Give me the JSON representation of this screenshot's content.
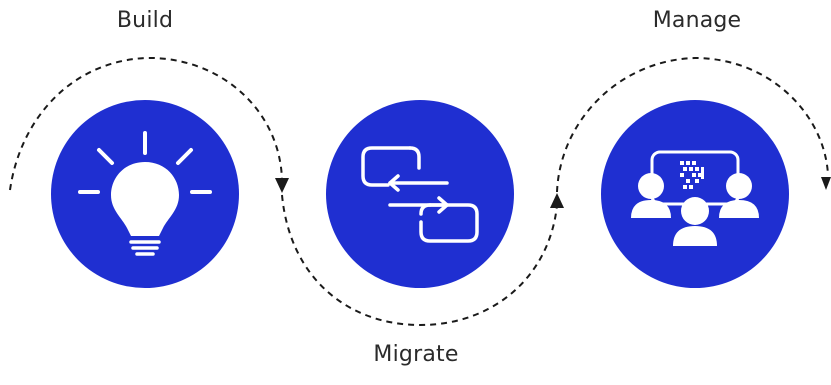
{
  "diagram": {
    "title": "",
    "colors": {
      "circle_fill": "#1f2fd1",
      "icon_stroke": "#ffffff",
      "dashed_path": "#1a1a1a",
      "label_text": "#2b2b2b",
      "background": "#ffffff"
    },
    "stages": [
      {
        "id": "build",
        "label": "Build",
        "icon": "lightbulb-icon"
      },
      {
        "id": "migrate",
        "label": "Migrate",
        "icon": "swap-arrows-icon"
      },
      {
        "id": "manage",
        "label": "Manage",
        "icon": "team-presentation-icon"
      }
    ]
  }
}
